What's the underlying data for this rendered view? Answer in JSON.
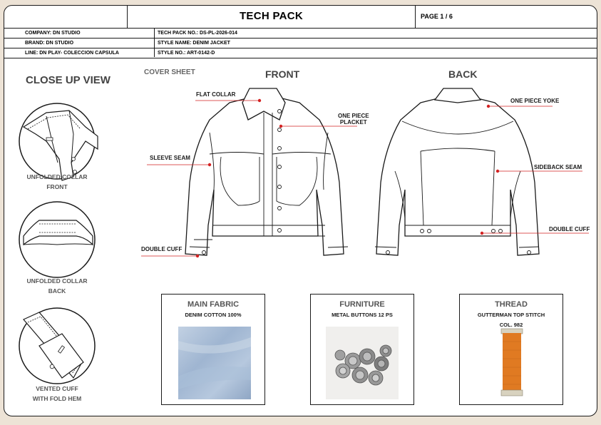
{
  "header": {
    "title": "TECH PACK",
    "page": "PAGE 1 / 6"
  },
  "info": {
    "company": "COMPANY: DN STUDIO",
    "tech_pack_no": "TECH PACK NO.: DS-PL-2026-014",
    "brand": "BRAND: DN STUDIO",
    "style_name": "STYLE NAME: DENIM JACKET",
    "line": "LINE: DN PLAY- COLECCION CAPSULA",
    "style_no": "STYLE NO.: ART-0142-D"
  },
  "close_up": {
    "title": "CLOSE UP VIEW",
    "items": [
      {
        "line1": "UNFOLDED COLLAR",
        "line2": "FRONT"
      },
      {
        "line1": "UNFOLDED COLLAR",
        "line2": "BACK"
      },
      {
        "line1": "VENTED CUFF",
        "line2": "WITH FOLD HEM"
      }
    ]
  },
  "cover_sheet": "COVER SHEET",
  "front": {
    "title": "FRONT",
    "callouts": {
      "flat_collar": "FLAT COLLAR",
      "placket_1": "ONE PIECE",
      "placket_2": "PLACKET",
      "sleeve_seam": "SLEEVE SEAM",
      "double_cuff": "DOUBLE CUFF"
    }
  },
  "back": {
    "title": "BACK",
    "callouts": {
      "yoke": "ONE PIECE YOKE",
      "sideback": "SIDEBACK SEAM",
      "double_cuff": "DOUBLE CUFF"
    }
  },
  "materials": [
    {
      "title": "MAIN FABRIC",
      "subtitle": "DENIM COTTON 100%",
      "extra": ""
    },
    {
      "title": "FURNITURE",
      "subtitle": "METAL BUTTONS 12 PS",
      "extra": ""
    },
    {
      "title": "THREAD",
      "subtitle": "GUTTERMAN TOP STITCH",
      "extra": "COL. 982"
    }
  ],
  "colors": {
    "accent_red": "#d32222",
    "denim": "#a9bdd6",
    "thread": "#e07a22",
    "page_bg": "#ede3d6"
  }
}
